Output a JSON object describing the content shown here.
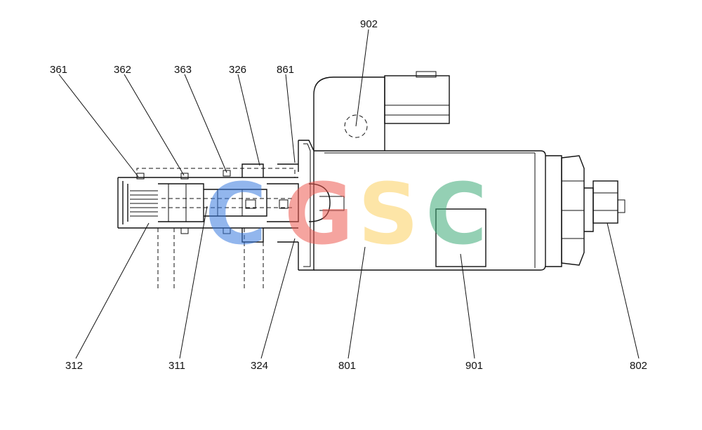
{
  "diagram": {
    "part_labels": [
      "902",
      "361",
      "362",
      "363",
      "326",
      "861",
      "312",
      "311",
      "324",
      "801",
      "901",
      "802"
    ]
  },
  "watermark": {
    "letters": [
      "C",
      "G",
      "S",
      "C"
    ],
    "colors": [
      "#3a7be0",
      "#ee5a52",
      "#fcd060",
      "#3daa78"
    ]
  }
}
